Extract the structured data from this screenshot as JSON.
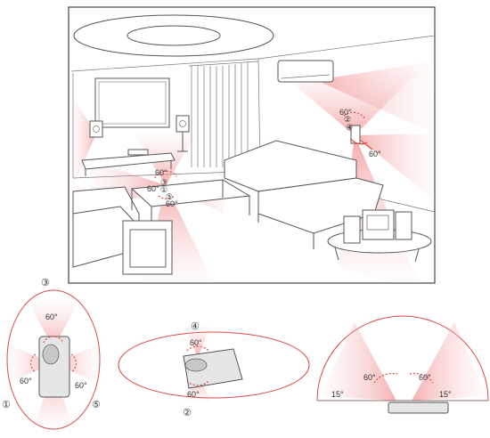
{
  "colors": {
    "accent": "#e04848",
    "cone": "#f3a7a7",
    "line": "#555555"
  },
  "room_labels": {
    "wall_angle": "60°",
    "wall_mark_1": "②",
    "wall_mark_2": "④",
    "wall_side_angle": "60°",
    "table_angle_top": "60°",
    "table_angle_left": "60°",
    "table_angle_bottom": "60°",
    "table_mark_1": "③",
    "table_mark_2": "①",
    "table_mark_3": "⑤"
  },
  "vertical_view": {
    "top_marker": "③",
    "left_marker": "①",
    "right_marker": "⑤",
    "top_angle": "60°",
    "left_angle": "60°",
    "right_angle": "60°"
  },
  "horizontal_view": {
    "top_marker": "④",
    "bottom_marker": "②",
    "top_angle": "60°",
    "bottom_angle": "60°"
  },
  "front_view": {
    "left_angle": "60°",
    "right_angle": "60°",
    "left_tilt": "15°",
    "right_tilt": "15°"
  }
}
